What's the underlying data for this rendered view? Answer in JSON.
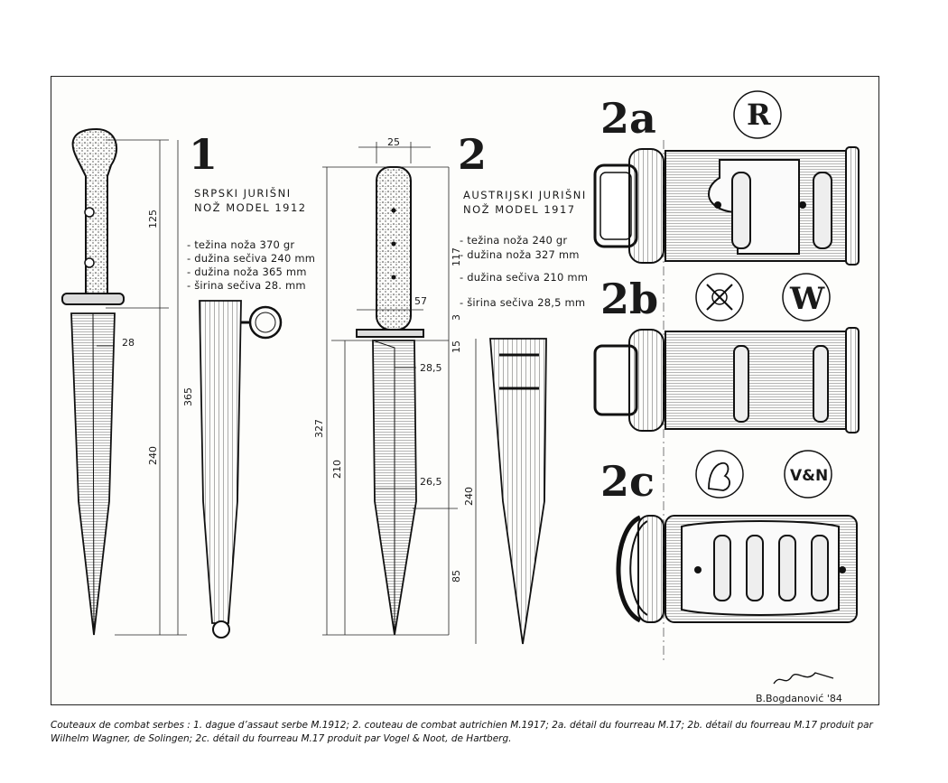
{
  "plate": {
    "knife1": {
      "number": "1",
      "title": [
        "SRPSKI JURIŠNI",
        "NOŽ MODEL 1912"
      ],
      "specs": [
        "- težina noža  370 gr",
        "- dužina sečiva  240 mm",
        "- dužina noža  365 mm",
        "- širina sečiva  28. mm"
      ],
      "dims": {
        "d125": "125",
        "d365": "365",
        "d240": "240",
        "d28": "28"
      }
    },
    "knife2": {
      "number": "2",
      "title": [
        "AUSTRIJSKI JURIŠNI",
        "NOŽ MODEL  1917"
      ],
      "specs": [
        "- težina noža  240 gr",
        "- dužina noža  327 mm",
        "- dužina sečiva  210 mm",
        "- širina sečiva  28,5 mm"
      ],
      "dims": {
        "d25": "25",
        "d117": "117",
        "d57": "57",
        "d3": "3",
        "d15": "15",
        "d28_5": "28,5",
        "d26_5": "26,5",
        "d327": "327",
        "d210": "210",
        "d85": "85",
        "d240": "240"
      }
    },
    "details": {
      "a": {
        "label": "2a",
        "marks": [
          "R"
        ]
      },
      "b": {
        "label": "2b",
        "marks": [
          "crossed-swords-mark",
          "W"
        ]
      },
      "c": {
        "label": "2c",
        "marks": [
          "rampant-lion-mark",
          "V&N"
        ]
      }
    },
    "signature": "B.Bogdanović  '84"
  },
  "caption": "Couteaux de combat serbes : 1. dague d’assaut serbe M.1912; 2. couteau de combat autrichien M.1917; 2a. détail du fourreau M.17; 2b. détail du fourreau M.17 produit par Wilhelm Wagner, de Solingen; 2c. détail du fourreau M.17 produit par Vogel & Noot, de Hartberg."
}
